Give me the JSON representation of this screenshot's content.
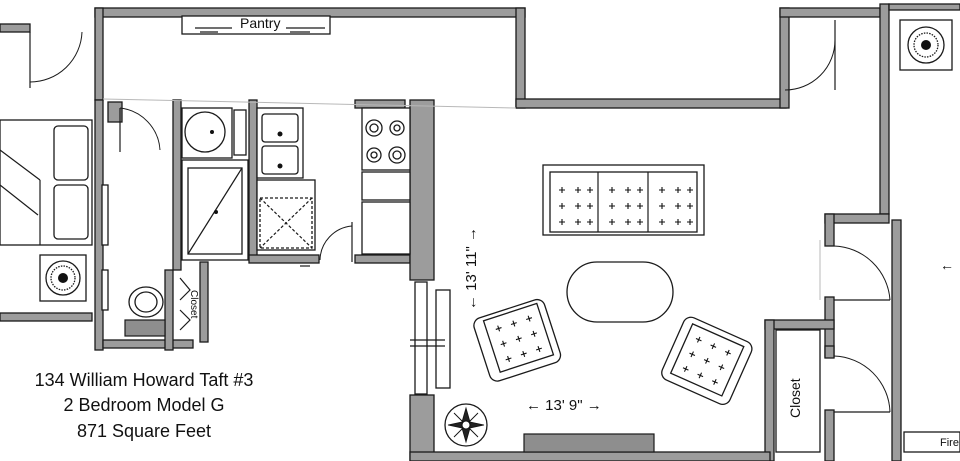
{
  "rooms": {
    "pantry": "Pantry",
    "closet_small": "Closet",
    "closet_large": "Closet",
    "fire_partial": "Fire"
  },
  "dimensions": {
    "vertical": "← 13' 11\" →",
    "horizontal": "← 13' 9\" →",
    "partial_arrow": "←"
  },
  "address": {
    "line1": "134 William Howard Taft #3",
    "line2": "2 Bedroom Model G",
    "line3": "871 Square Feet"
  },
  "icons": [
    "floor-fan-icon",
    "compass-rose-icon"
  ],
  "colors": {
    "wall_fill": "#9c9c9c",
    "line": "#1a1a1a",
    "background": "#ffffff"
  }
}
